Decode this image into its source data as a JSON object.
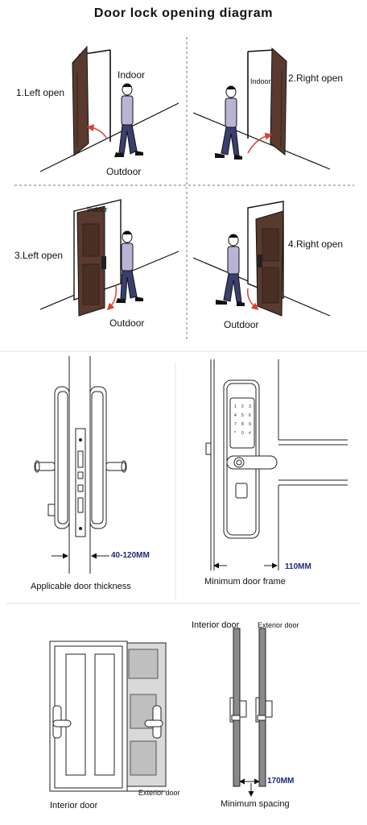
{
  "title": "Door lock opening diagram",
  "opening": {
    "left_open_1": "1.Left open",
    "right_open_2": "2.Right open",
    "left_open_3": "3.Left open",
    "right_open_4": "4.Right open",
    "indoor": "Indoor",
    "outdoor": "Outdoor"
  },
  "thickness": {
    "range": "40-120MM",
    "caption": "Applicable door thickness"
  },
  "frame": {
    "value": "110MM",
    "caption": "Minimum door frame",
    "keypad": [
      "1",
      "2",
      "3",
      "4",
      "5",
      "6",
      "7",
      "8",
      "9",
      "*",
      "0",
      "#"
    ]
  },
  "spacing": {
    "interior_label": "Interior door",
    "exterior_label": "Exterior door",
    "value": "170MM",
    "caption": "Minimum spacing"
  },
  "bottom_left": {
    "interior_label": "Interior door",
    "exterior_label": "Exterior door"
  },
  "colors": {
    "door_brown": "#5a3a2e",
    "door_dark": "#3a2620",
    "shirt": "#b9b4d6",
    "pants": "#3b3f6e",
    "arrow_red": "#d8402e",
    "dim_blue": "#1c2a7a",
    "separator": "#cfcfcf"
  }
}
